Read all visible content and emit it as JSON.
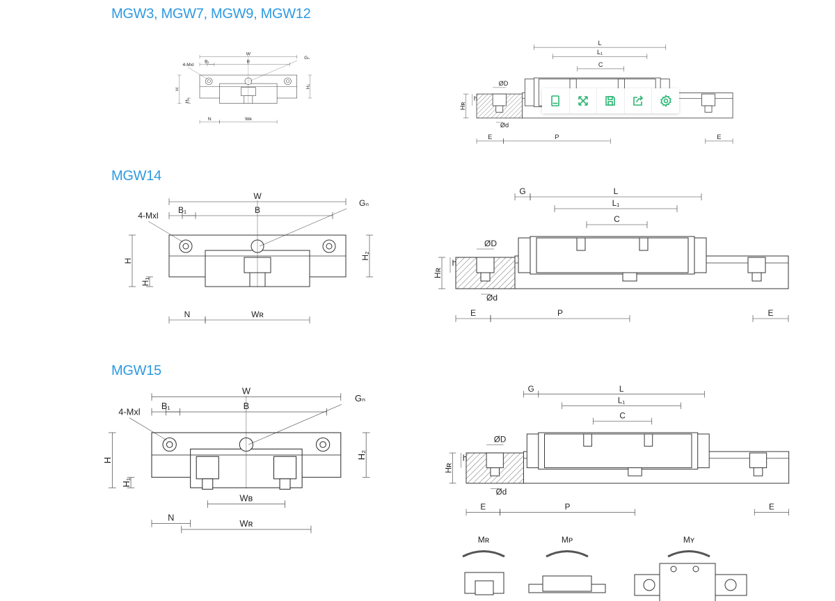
{
  "sections": [
    {
      "title": "MGW3, MGW7, MGW9, MGW12",
      "front": {
        "W": "W",
        "B": "B",
        "B1": "B₁",
        "mxl": "4-Mxl",
        "Gn": "Gₙ",
        "H": "H",
        "H1": "H₁",
        "H2": "H₂",
        "N": "N",
        "WR": "Wʀ"
      },
      "side": {
        "L": "L",
        "L1": "L₁",
        "C": "C",
        "D": "ØD",
        "d": "Ød",
        "h": "h",
        "HR": "Hʀ",
        "E_left": "E",
        "P": "P",
        "E_right": "E"
      }
    },
    {
      "title": "MGW14",
      "front": {
        "W": "W",
        "B": "B",
        "B1": "B₁",
        "mxl": "4-Mxl",
        "Gn": "Gₙ",
        "H": "H",
        "H1": "H₁",
        "H2": "H₂",
        "N": "N",
        "WR": "Wʀ"
      },
      "side": {
        "G": "G",
        "L": "L",
        "L1": "L₁",
        "C": "C",
        "D": "ØD",
        "d": "Ød",
        "h": "h",
        "HR": "Hʀ",
        "E_left": "E",
        "P": "P",
        "E_right": "E"
      }
    },
    {
      "title": "MGW15",
      "front": {
        "W": "W",
        "B": "B",
        "B1": "B₁",
        "mxl": "4-Mxl",
        "Gn": "Gₙ",
        "H": "H",
        "H1": "H₁",
        "H2": "H₂",
        "N": "N",
        "WB": "Wʙ",
        "WR": "Wʀ"
      },
      "side": {
        "G": "G",
        "L": "L",
        "L1": "L₁",
        "C": "C",
        "D": "ØD",
        "d": "Ød",
        "h": "h",
        "HR": "Hʀ",
        "E_left": "E",
        "P": "P",
        "E_right": "E"
      }
    }
  ],
  "moments": {
    "MR": "Mʀ",
    "MP": "Mᴘ",
    "MY": "Mʏ"
  },
  "toolbar": {
    "accent": "#2bb673",
    "icons": [
      "tablet-icon",
      "fullscreen-icon",
      "save-icon",
      "share-icon",
      "settings-icon"
    ]
  }
}
